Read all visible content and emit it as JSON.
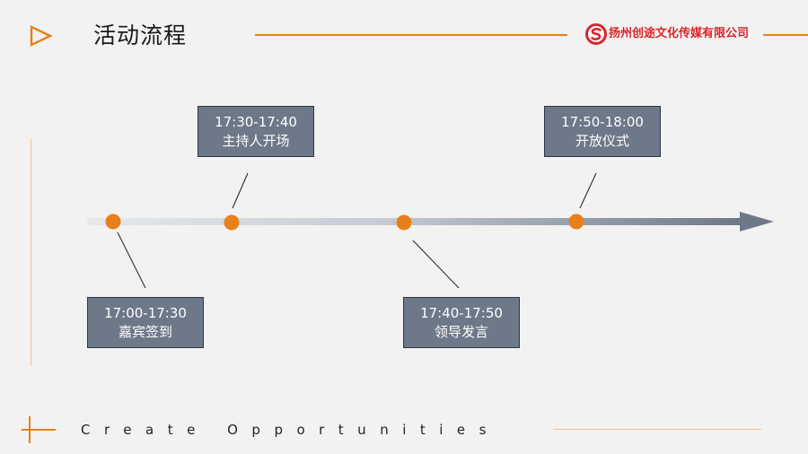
{
  "header": {
    "title": "活动流程",
    "company": "扬州创途文化传媒有限公司"
  },
  "timeline": {
    "events": [
      {
        "time": "17:00-17:30",
        "label": "嘉宾签到"
      },
      {
        "time": "17:30-17:40",
        "label": "主持人开场"
      },
      {
        "time": "17:40-17:50",
        "label": "领导发言"
      },
      {
        "time": "17:50-18:00",
        "label": "开放仪式"
      }
    ]
  },
  "footer": {
    "tagline": "Create Opportunities"
  },
  "colors": {
    "accent": "#e97f1b",
    "box": "#6d7888",
    "brand_red": "#d9262a"
  }
}
